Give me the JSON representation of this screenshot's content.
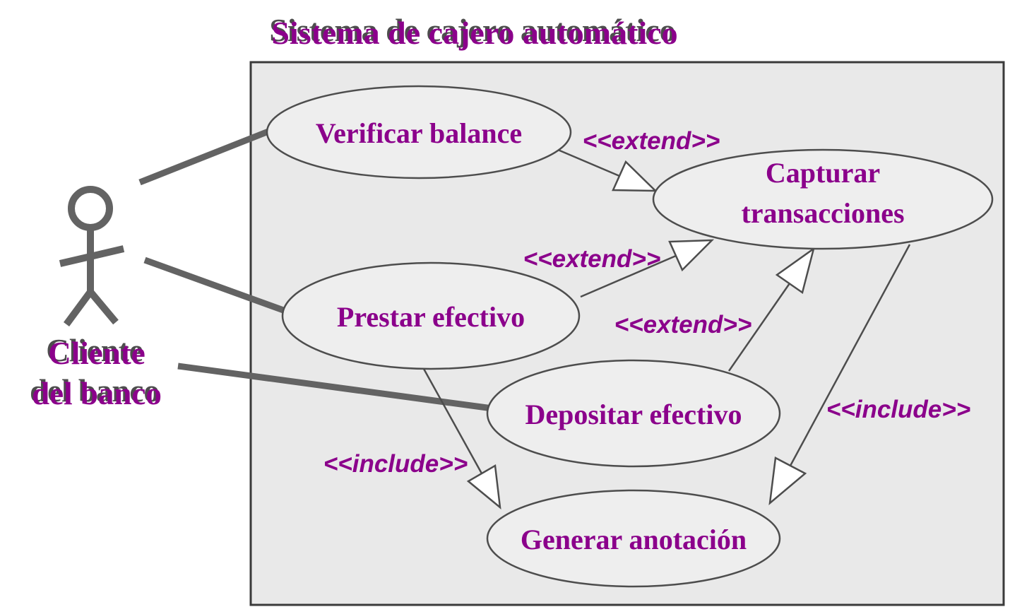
{
  "diagram": {
    "title": "Sistema de cajero automático",
    "actor": {
      "name": "Cliente del banco",
      "label_lines": [
        "Cliente",
        "del banco"
      ]
    },
    "use_cases": [
      {
        "label": "Verificar balance"
      },
      {
        "label": "Capturar transacciones",
        "label_lines": [
          "Capturar",
          "transacciones"
        ]
      },
      {
        "label": "Prestar efectivo"
      },
      {
        "label": "Depositar efectivo"
      },
      {
        "label": "Generar anotación"
      }
    ],
    "relationships": [
      {
        "label": "<<extend>>",
        "from": "Verificar balance",
        "to": "Capturar transacciones"
      },
      {
        "label": "<<extend>>",
        "from": "Prestar efectivo",
        "to": "Capturar transacciones"
      },
      {
        "label": "<<extend>>",
        "from": "Depositar efectivo",
        "to": "Capturar transacciones"
      },
      {
        "label": "<<include>>",
        "from": "Prestar efectivo",
        "to": "Generar anotación"
      },
      {
        "label": "<<include>>",
        "from": "Capturar transacciones",
        "to": "Generar anotación"
      }
    ],
    "colors": {
      "accent": "#8B008B",
      "actor_line": "#636363",
      "boundary_fill": "#e9e9e9",
      "ellipse_fill": "#eeeeee",
      "outline": "#4d4d4d"
    }
  }
}
